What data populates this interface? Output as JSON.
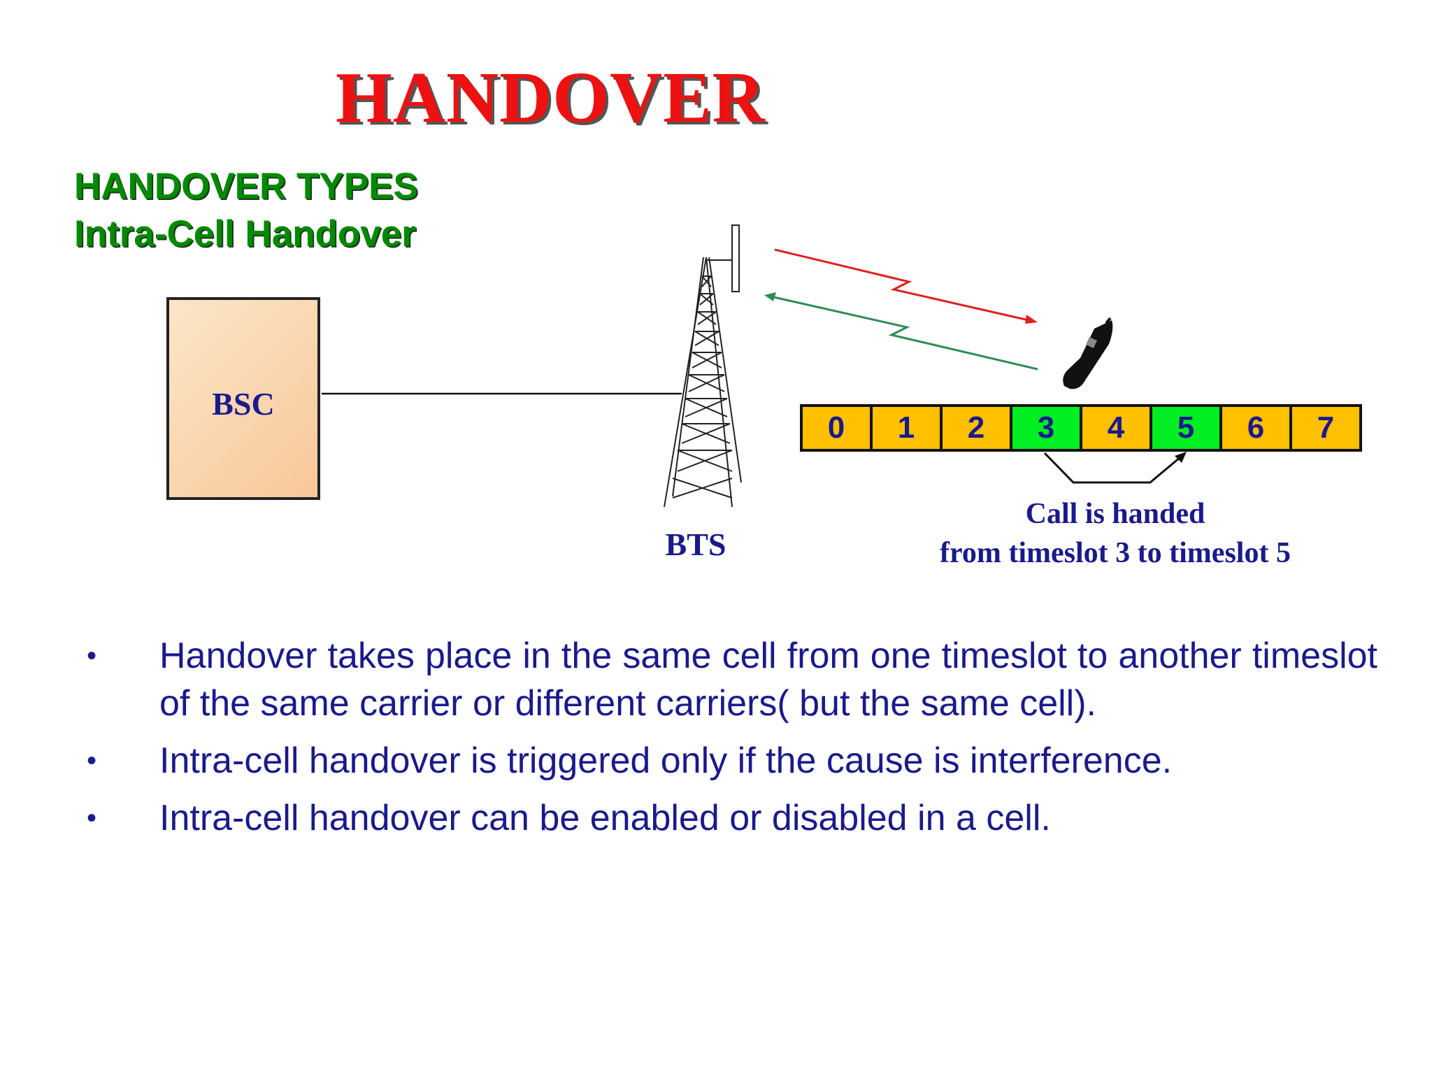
{
  "title": "HANDOVER",
  "subtitle": {
    "line1": "HANDOVER TYPES",
    "line2": "Intra-Cell Handover"
  },
  "diagram": {
    "bsc_label": "BSC",
    "bts_label": "BTS",
    "timeslots": [
      "0",
      "1",
      "2",
      "3",
      "4",
      "5",
      "6",
      "7"
    ],
    "active_timeslots": [
      "3",
      "5"
    ],
    "caption_line1": "Call is handed",
    "caption_line2": "from timeslot 3 to timeslot 5",
    "colors": {
      "slot_default": "#ffc000",
      "slot_active": "#00ee22",
      "downlink": "#e02020",
      "uplink": "#2e8b57",
      "text": "#1a1a8c"
    },
    "icons": [
      "tower-icon",
      "mobile-phone-icon"
    ]
  },
  "bullets": [
    "Handover takes place in the same cell from one timeslot to another timeslot of the same carrier or different carriers( but the same cell).",
    "Intra-cell handover is triggered only if the cause is interference.",
    "Intra-cell handover can be enabled or disabled in a cell."
  ]
}
